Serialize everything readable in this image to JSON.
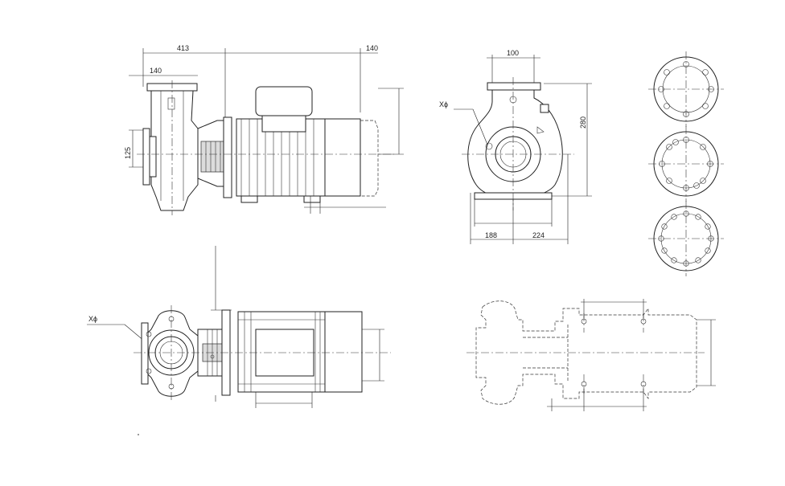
{
  "dimensions": {
    "side_width_overall": "413",
    "side_inlet_flange": "140",
    "side_motor_end": "140",
    "side_height": "125",
    "front_flange_width": "100",
    "front_height": "280",
    "front_left_width": "188",
    "front_right_width": "224"
  },
  "labels": {
    "front_x_label": "Xϕ",
    "top_x_label": "Xϕ"
  }
}
